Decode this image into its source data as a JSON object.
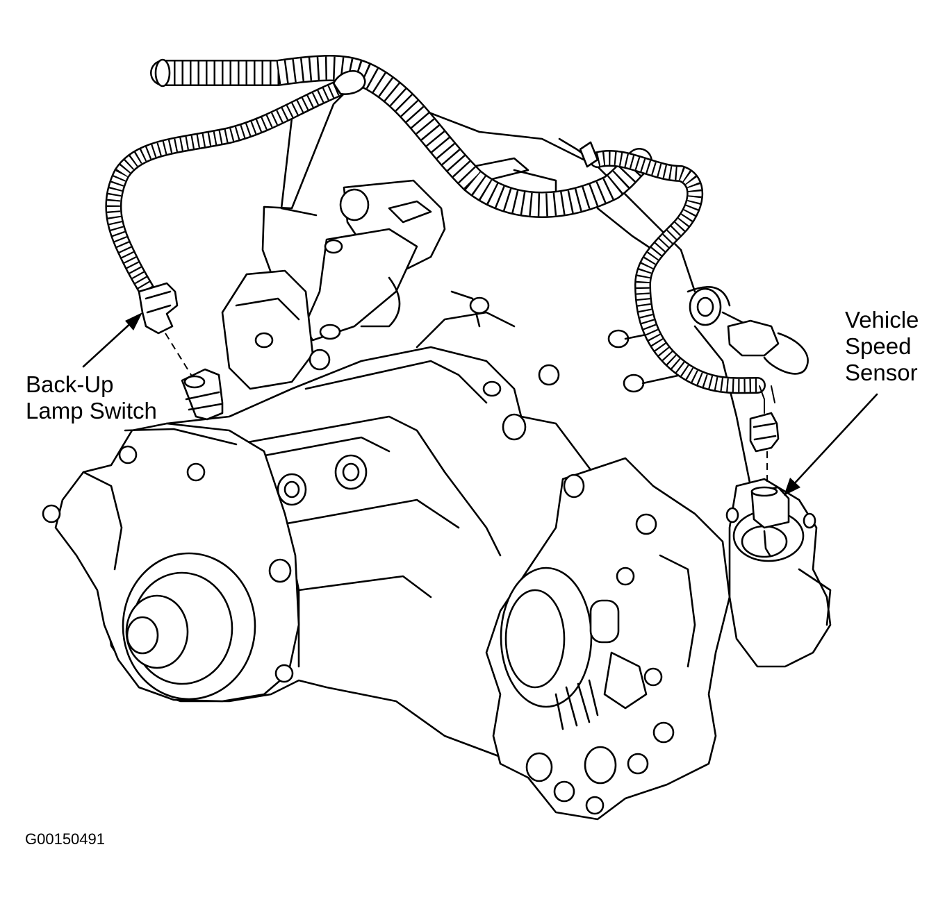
{
  "labels": {
    "backup_line1": "Back-Up",
    "backup_line2": "Lamp Switch",
    "vss_line1": "Vehicle",
    "vss_line2": "Speed",
    "vss_line3": "Sensor"
  },
  "figure_code": "G00150491",
  "colors": {
    "line": "#000000",
    "background": "#ffffff"
  }
}
